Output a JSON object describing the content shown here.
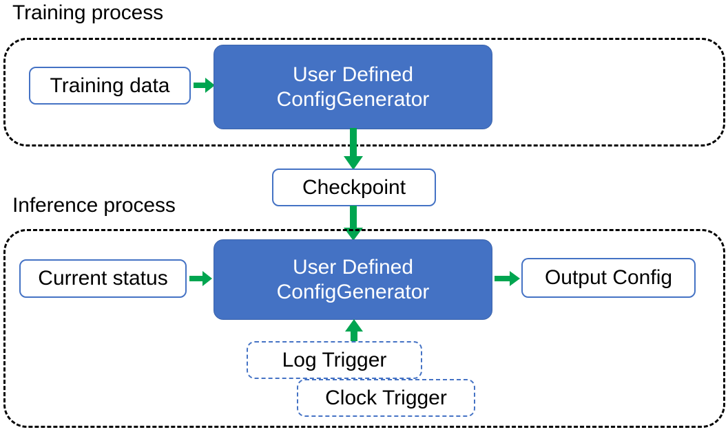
{
  "diagram": {
    "type": "flowchart",
    "background": "#ffffff",
    "colors": {
      "process_block_fill": "#4472C4",
      "process_block_text": "#ffffff",
      "io_box_border": "#4472C4",
      "io_box_text": "#000000",
      "arrow_green": "#00A550",
      "container_dashed": "#000000",
      "trigger_dashed_border": "#4472C4"
    },
    "sections": [
      {
        "id": "training",
        "title": "Training process"
      },
      {
        "id": "inference",
        "title": "Inference process"
      }
    ],
    "nodes": {
      "training_data": {
        "label": "Training data",
        "shape": "rounded-rect",
        "style": "io"
      },
      "training_generator": {
        "line1": "User Defined",
        "line2": "ConfigGenerator",
        "shape": "rounded-rect",
        "style": "process"
      },
      "checkpoint": {
        "label": "Checkpoint",
        "shape": "rounded-rect",
        "style": "io"
      },
      "current_status": {
        "label": "Current status",
        "shape": "rounded-rect",
        "style": "io"
      },
      "inference_generator": {
        "line1": "User Defined",
        "line2": "ConfigGenerator",
        "shape": "rounded-rect",
        "style": "process"
      },
      "output_config": {
        "label": "Output Config",
        "shape": "rounded-rect",
        "style": "io"
      },
      "log_trigger": {
        "label": "Log Trigger",
        "shape": "rounded-rect",
        "style": "trigger-dashed"
      },
      "clock_trigger": {
        "label": "Clock Trigger",
        "shape": "rounded-rect",
        "style": "trigger-dashed"
      }
    },
    "edges": [
      {
        "from": "training_data",
        "to": "training_generator",
        "direction": "right",
        "color": "#00A550"
      },
      {
        "from": "training_generator",
        "to": "checkpoint",
        "direction": "down",
        "color": "#00A550"
      },
      {
        "from": "checkpoint",
        "to": "inference_generator",
        "direction": "down",
        "color": "#00A550"
      },
      {
        "from": "current_status",
        "to": "inference_generator",
        "direction": "right",
        "color": "#00A550"
      },
      {
        "from": "inference_generator",
        "to": "output_config",
        "direction": "right",
        "color": "#00A550"
      },
      {
        "from": "log_trigger",
        "to": "inference_generator",
        "direction": "up",
        "color": "#00A550"
      }
    ]
  }
}
